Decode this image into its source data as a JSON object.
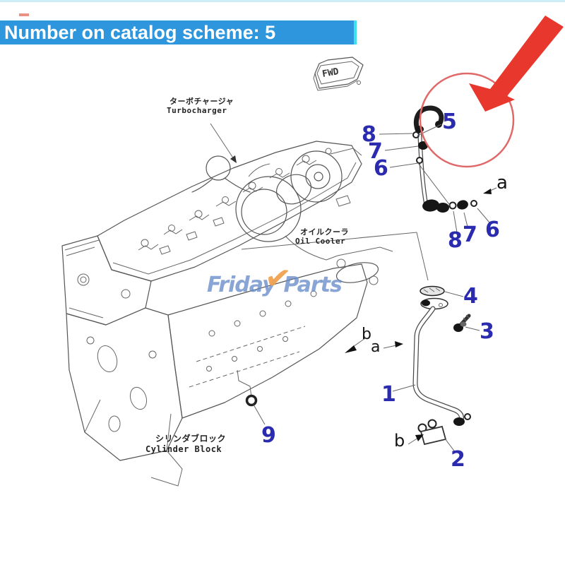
{
  "banner": {
    "text": "Number on catalog scheme: 5"
  },
  "watermark": {
    "word1": "Friday",
    "check": "✔",
    "word2": "Parts"
  },
  "diagram": {
    "fwd_label": "FWD",
    "highlighted_part": "5",
    "labels": {
      "turbocharger_jp": "ターボチャージャ",
      "turbocharger_en": "Turbocharger",
      "oil_cooler_jp": "オイルクーラ",
      "oil_cooler_en": "Oil Cooler",
      "cylinder_block_jp": "シリンダブロック",
      "cylinder_block_en": "Cylinder Block"
    },
    "callouts": {
      "n5": "5",
      "t8": "8",
      "t7": "7",
      "t6": "6",
      "a_top": "a",
      "r8": "8",
      "r7": "7",
      "r6": "6",
      "n4": "4",
      "n3": "3",
      "n1": "1",
      "n2": "2",
      "n9": "9",
      "b_mid": "b",
      "a_mid": "a",
      "b_bottom": "b"
    }
  },
  "colors": {
    "banner_bg": "#2e96dd",
    "banner_edge": "#3fe0ee",
    "callout_blue": "#2b2bb0",
    "highlight_red": "#e8372c",
    "circle_red": "#e06868",
    "watermark_blue": "#688cc9",
    "watermark_orange": "#f0a24e",
    "line_gray": "#555555"
  }
}
